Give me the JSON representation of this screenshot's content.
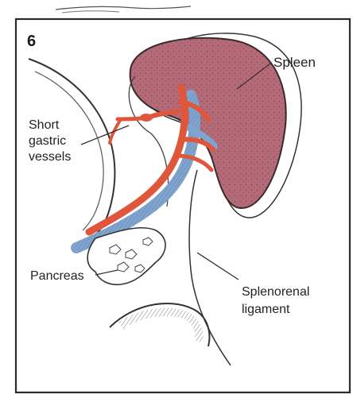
{
  "figure": {
    "number": "6",
    "colors": {
      "spleen_fill": "#b56a78",
      "spleen_outline": "#3a2a2e",
      "artery": "#e0563a",
      "vein": "#7fa4cf",
      "line": "#333333",
      "frame": "#2b2b2b"
    }
  },
  "labels": {
    "spleen": "Spleen",
    "short_gastric_line1": "Short",
    "short_gastric_line2": "gastric",
    "short_gastric_line3": "vessels",
    "pancreas": "Pancreas",
    "splenorenal_line1": "Splenorenal",
    "splenorenal_line2": "ligament"
  }
}
